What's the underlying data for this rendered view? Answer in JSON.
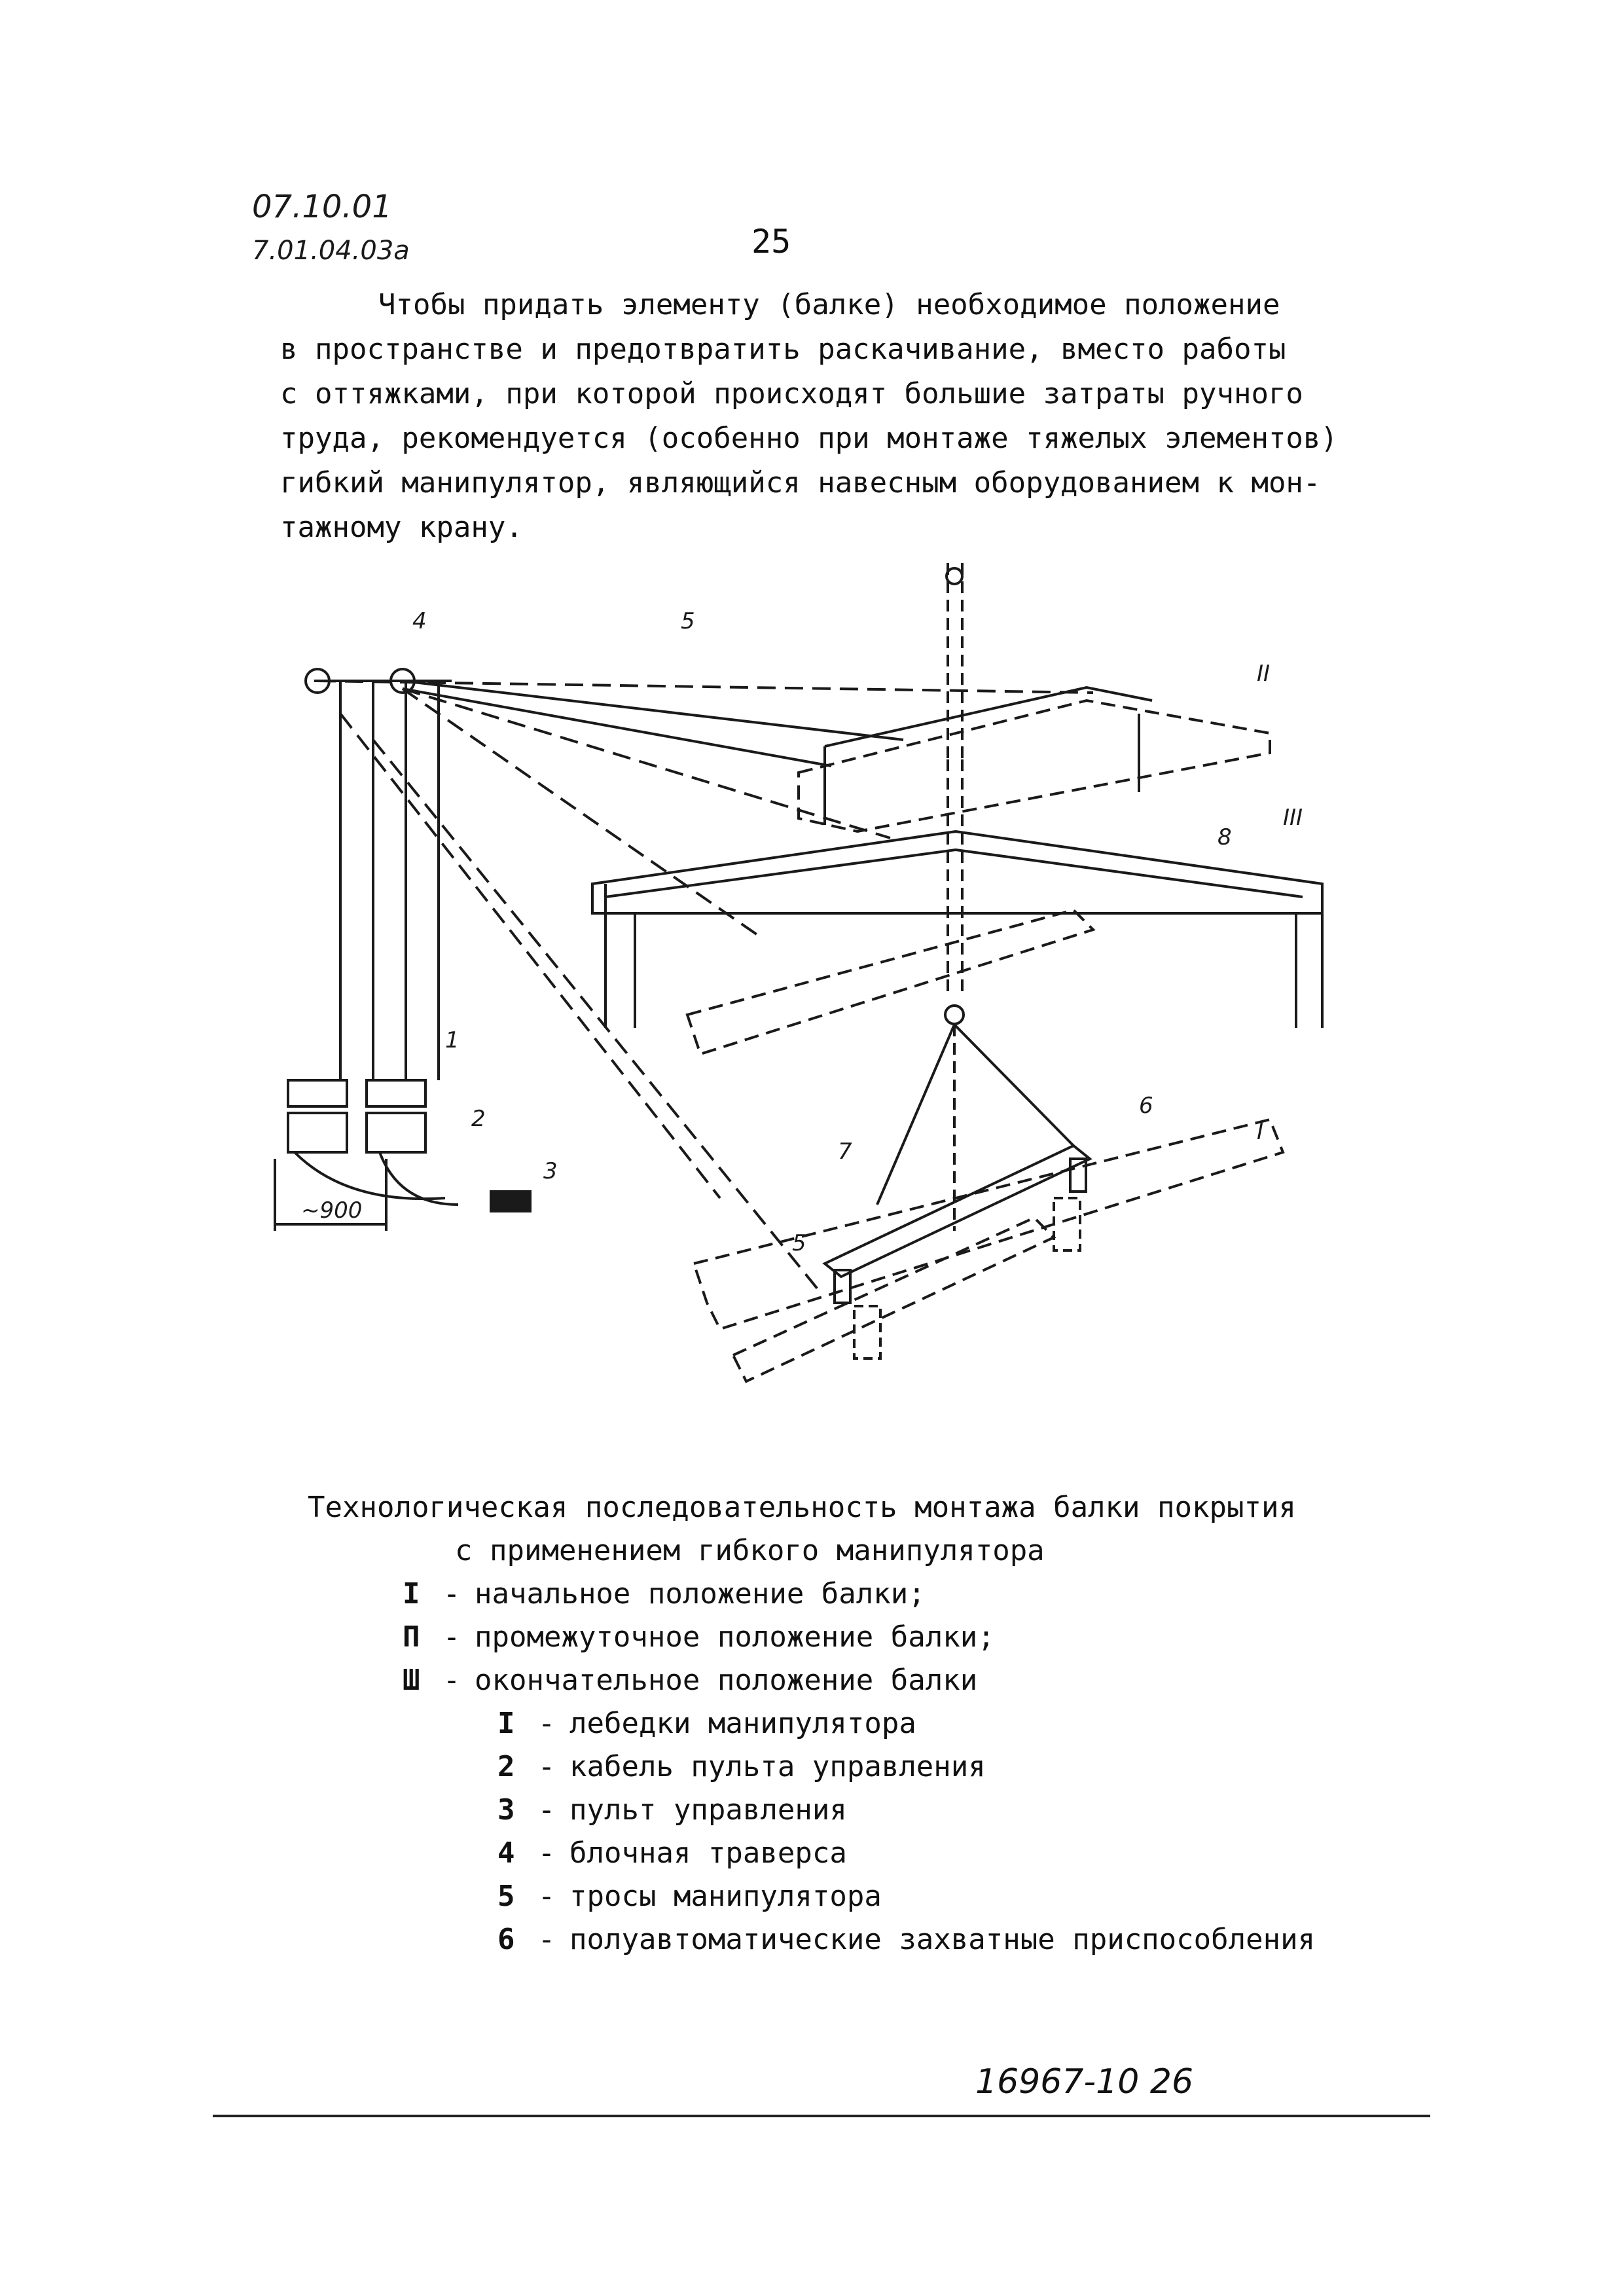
{
  "header": {
    "code_line1": "07.10.01",
    "code_line2": "7.01.04.03а",
    "page_number": "25"
  },
  "intro": {
    "lines": [
      "Чтобы придать элементу (балке) необходимое положение",
      "в пространстве и предотвратить раскачивание, вместо работы",
      "с оттяжками, при которой происходят  большие затраты ручного",
      "труда, рекомендуется (особенно при монтаже тяжелых элементов)",
      "гибкий манипулятор, являющийся навесным оборудованием к мон-",
      "тажному крану."
    ]
  },
  "figure": {
    "labels": {
      "l1": "1",
      "l2": "2",
      "l3": "3",
      "l4": "4",
      "l5_top": "5",
      "l5_bottom": "5",
      "l6": "6",
      "l7": "7",
      "l8": "8",
      "roman1": "I",
      "roman2": "II",
      "roman3": "III",
      "dimension": "~900"
    }
  },
  "caption": {
    "line1": "Технологическая последовательность монтажа балки покрытия",
    "line2": "с применением гибкого манипулятора"
  },
  "positions": [
    {
      "num": "I",
      "text": "начальное положение балки;"
    },
    {
      "num": "П",
      "text": "промежуточное положение балки;"
    },
    {
      "num": "Ш",
      "text": "окончательное положение балки"
    }
  ],
  "legend": [
    {
      "num": "I",
      "text": "лебедки манипулятора"
    },
    {
      "num": "2",
      "text": "кабель пульта управления"
    },
    {
      "num": "3",
      "text": "пульт управления"
    },
    {
      "num": "4",
      "text": "блочная траверса"
    },
    {
      "num": "5",
      "text": "тросы манипулятора"
    },
    {
      "num": "6",
      "text": "полуавтоматические захватные приспособления"
    }
  ],
  "footer": {
    "code": "16967-10  26"
  }
}
